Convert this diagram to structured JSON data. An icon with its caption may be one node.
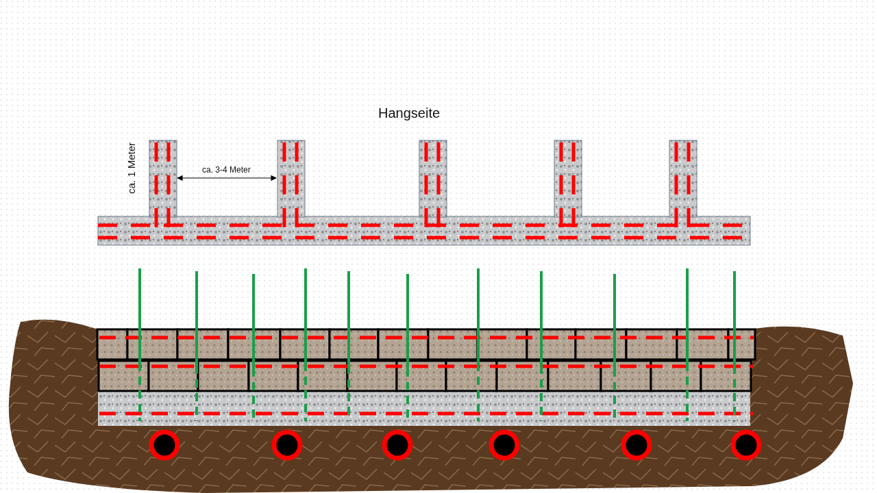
{
  "diagram": {
    "labels": [
      "Hangseite",
      "ca. 1 Meter",
      "ca. 3-4 Meter"
    ]
  }
}
